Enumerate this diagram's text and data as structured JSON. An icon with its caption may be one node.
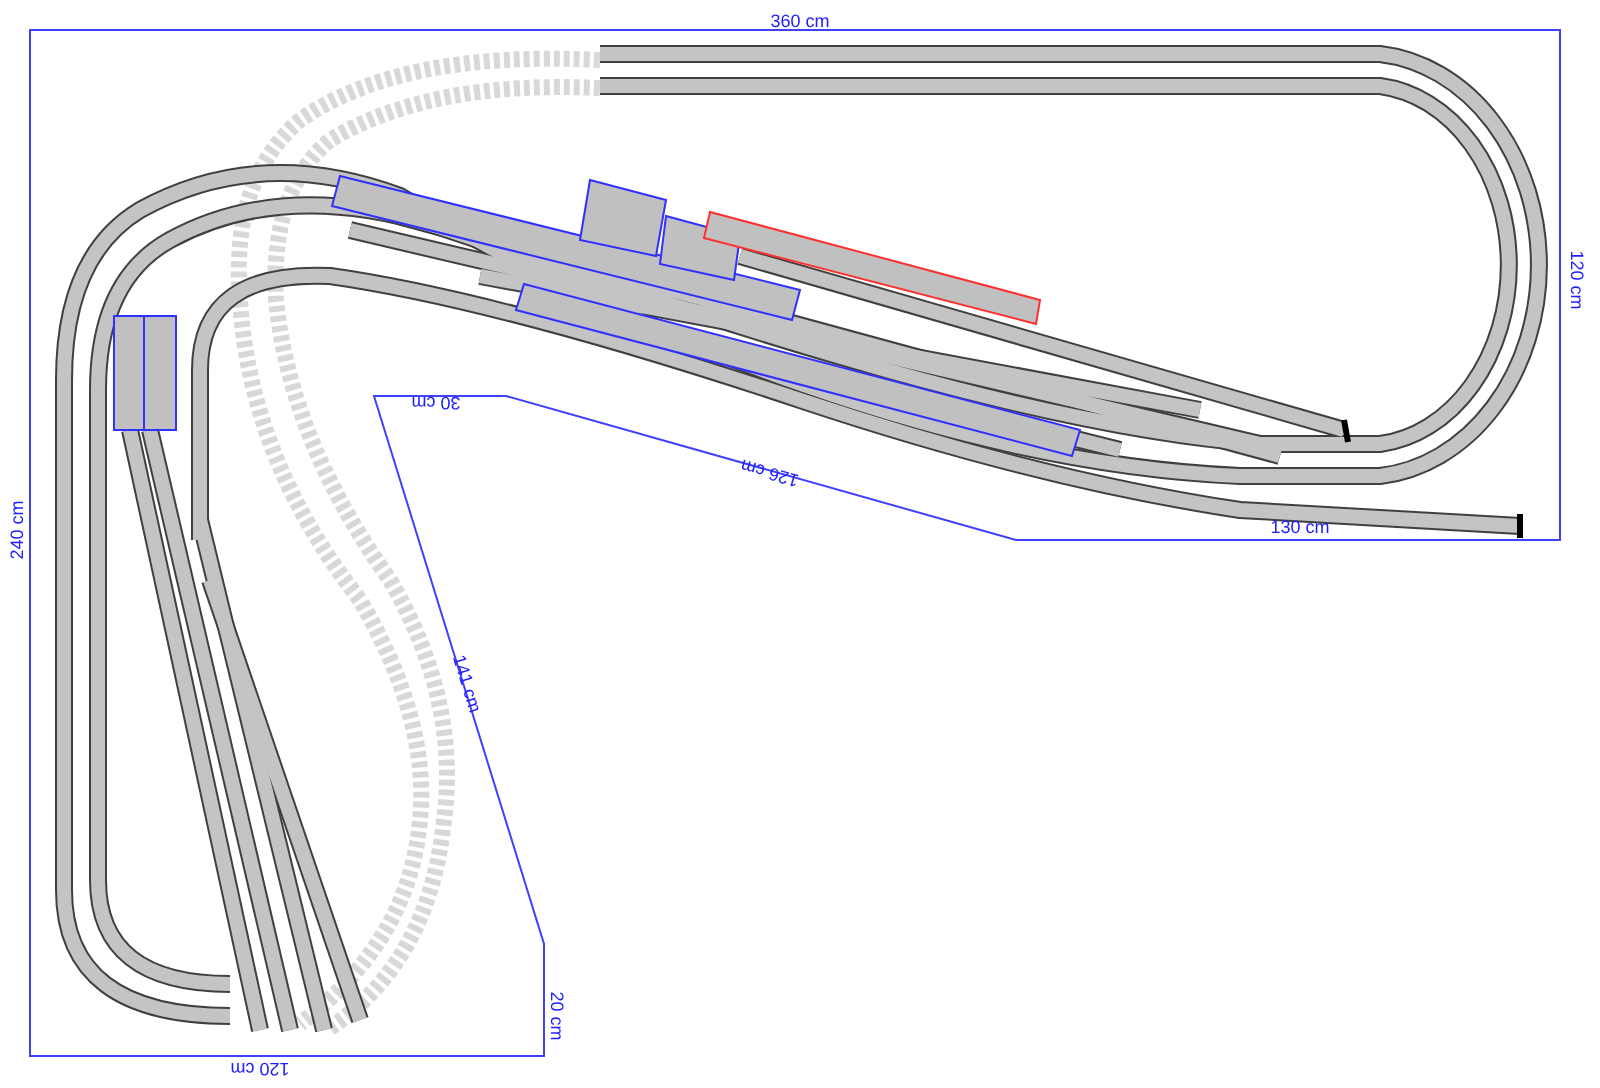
{
  "diagram": {
    "labels": [
      "360 cm",
      "120 cm",
      "30 cm",
      "126 cm",
      "240 cm",
      "130 cm",
      "141 cm",
      "20 cm",
      "120 cm"
    ]
  }
}
